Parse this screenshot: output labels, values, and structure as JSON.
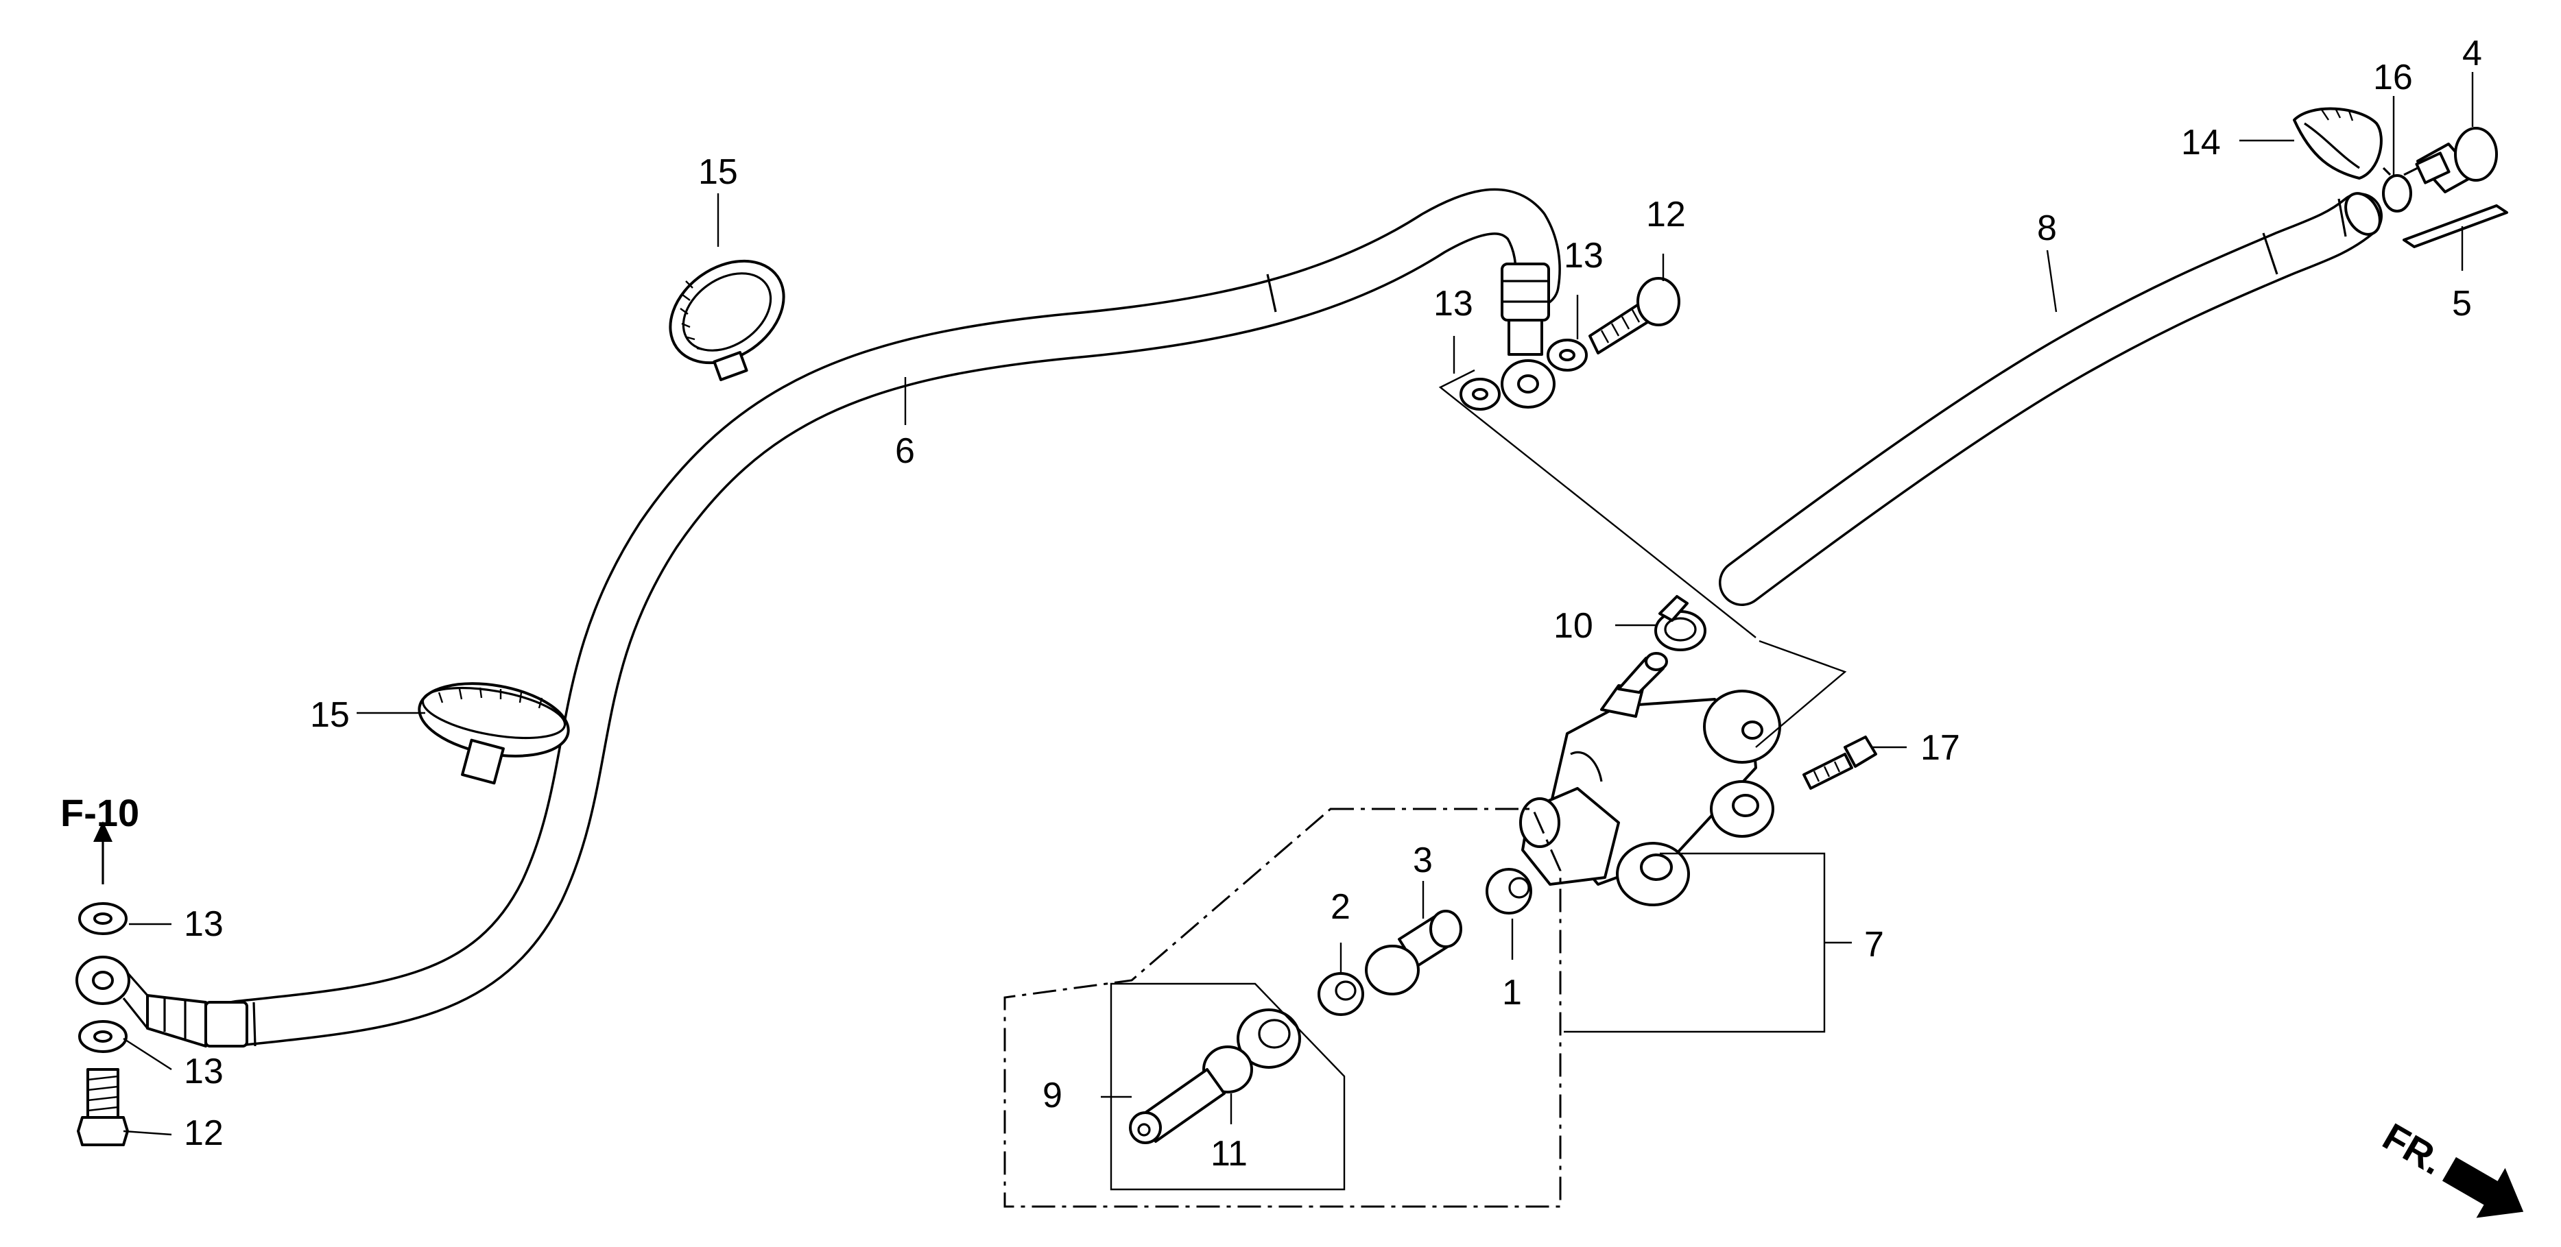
{
  "diagram": {
    "reference_label": "F-10",
    "direction_label": "FR.",
    "callouts": [
      "1",
      "2",
      "3",
      "4",
      "5",
      "6",
      "7",
      "8",
      "9",
      "10",
      "11",
      "12",
      "12",
      "13",
      "13",
      "13",
      "13",
      "14",
      "15",
      "15",
      "16",
      "17"
    ]
  }
}
